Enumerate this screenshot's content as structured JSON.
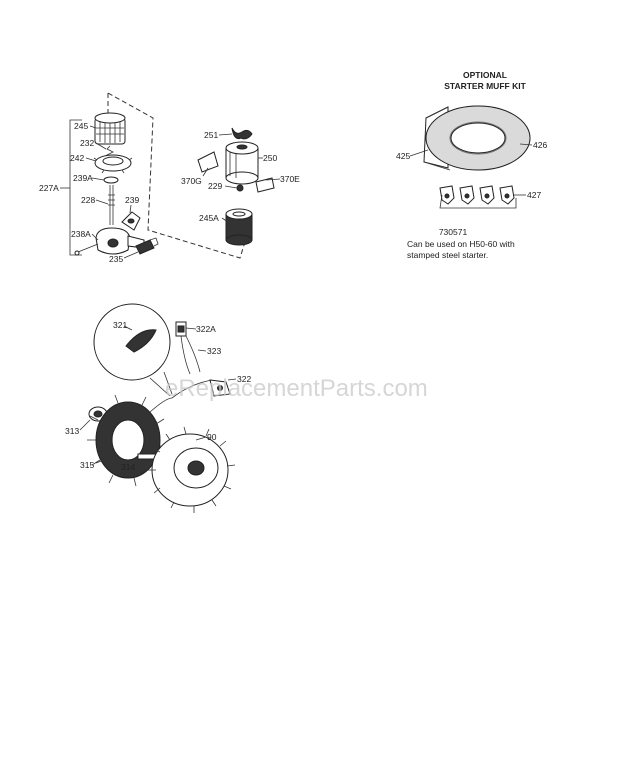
{
  "kit": {
    "title_line1": "OPTIONAL",
    "title_line2": "STARTER MUFF KIT",
    "part_number": "730571",
    "note_line1": "Can be used on H50-60 with",
    "note_line2": "stamped steel starter."
  },
  "watermark": "eReplacementParts.com",
  "labels": {
    "p245": "245",
    "p232": "232",
    "p242": "242",
    "p239A": "239A",
    "p227A": "227A",
    "p228": "228",
    "p239": "239",
    "p238A": "238A",
    "p235": "235",
    "p251": "251",
    "p250": "250",
    "p370G": "370G",
    "p229": "229",
    "p370E": "370E",
    "p245A": "245A",
    "p425": "425",
    "p426": "426",
    "p427": "427",
    "p321": "321",
    "p322A": "322A",
    "p323": "323",
    "p322": "322",
    "p313": "313",
    "p315": "315",
    "p314": "314",
    "p90": "90"
  }
}
